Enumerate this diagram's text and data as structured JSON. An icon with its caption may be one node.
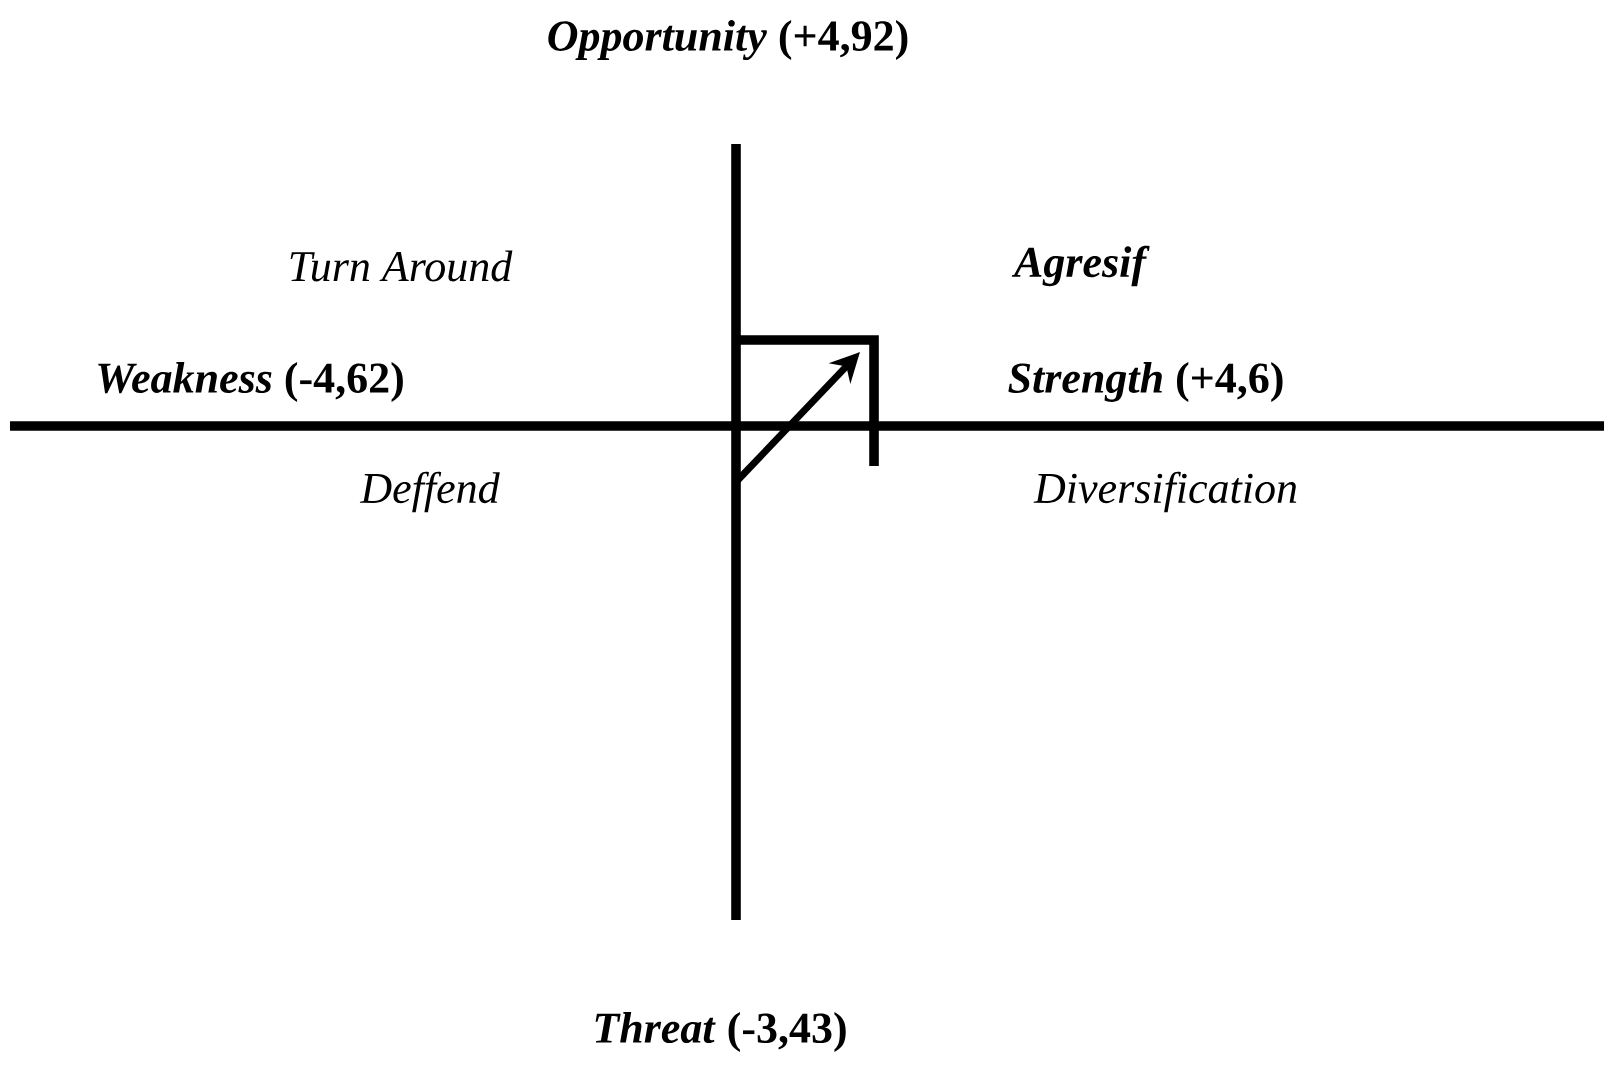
{
  "diagram": {
    "labels": [
      "*Opportunity* (+4,92)",
      "Turn Around",
      "Agresif",
      "*Weakness* (-4,62)",
      "*Strength* (+4,6)",
      "Deffend",
      "Diversification",
      "*Threat* (-3,43)"
    ]
  }
}
